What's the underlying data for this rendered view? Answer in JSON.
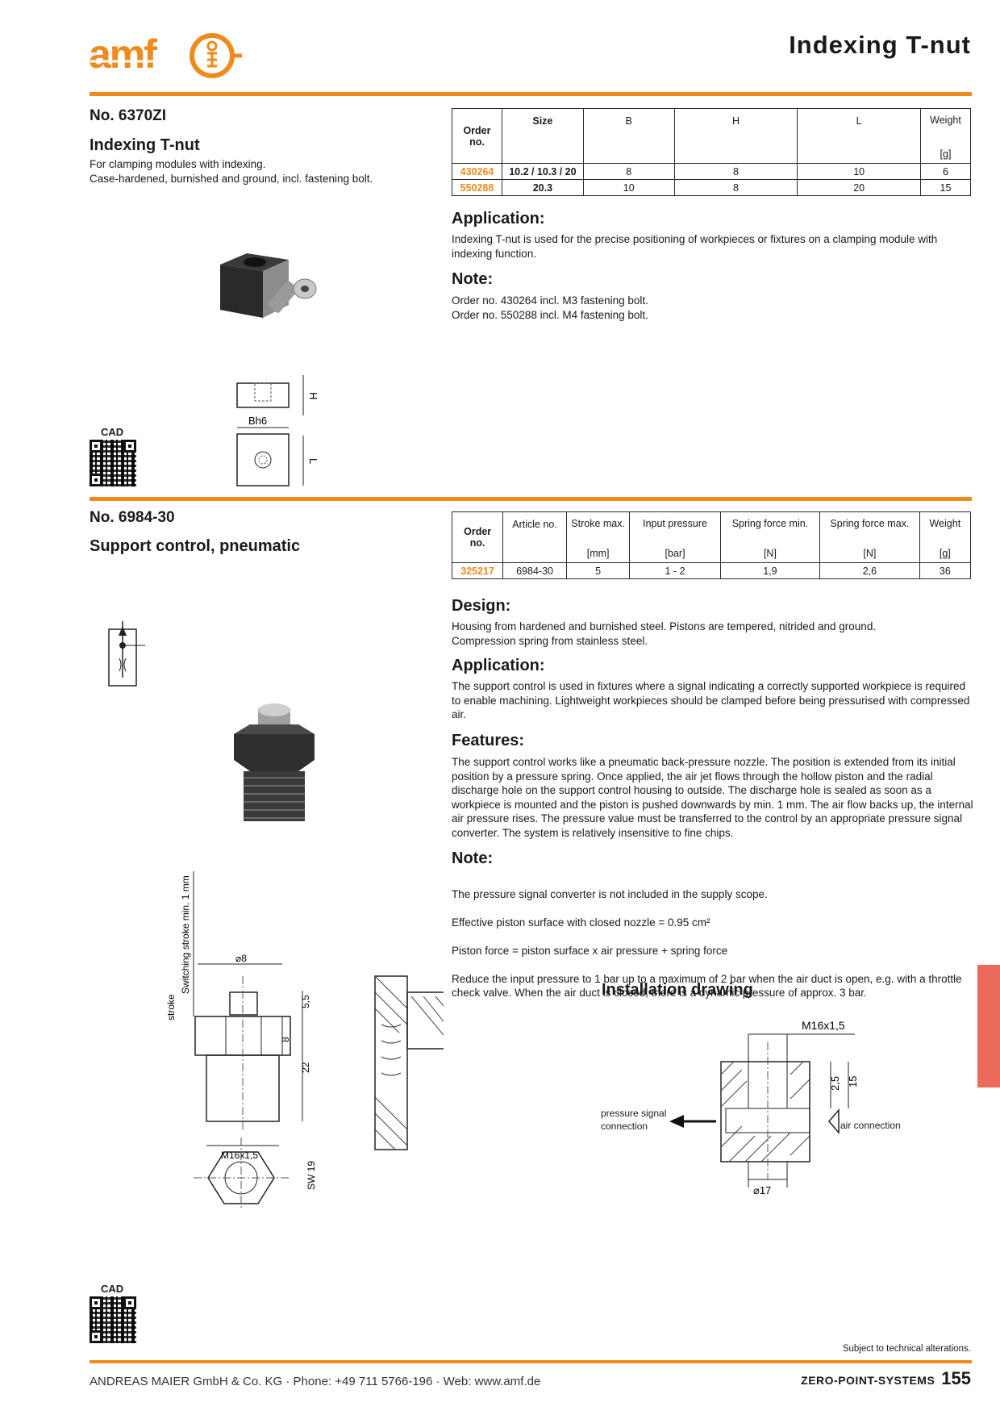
{
  "header": {
    "logo_text": "amf",
    "page_title": "Indexing T-nut"
  },
  "product1": {
    "number": "No. 6370ZI",
    "title": "Indexing T-nut",
    "description": "For clamping modules with indexing.\nCase-hardened, burnished and ground, incl. fastening bolt.",
    "table": {
      "headers": {
        "order": "Order\nno.",
        "size": "Size",
        "b": "B",
        "h": "H",
        "l": "L",
        "weight": "Weight",
        "weight_unit": "[g]"
      },
      "rows": [
        {
          "order": "430264",
          "size": "10.2 / 10.3 / 20",
          "b": "8",
          "h": "8",
          "l": "10",
          "weight": "6"
        },
        {
          "order": "550288",
          "size": "20.3",
          "b": "10",
          "h": "8",
          "l": "20",
          "weight": "15"
        }
      ]
    },
    "application_heading": "Application:",
    "application_text": "Indexing T-nut is used for the precise positioning of workpieces or fixtures on a clamping module with indexing function.",
    "note_heading": "Note:",
    "note_text": "Order no. 430264 incl. M3 fastening bolt.\nOrder no. 550288 incl. M4 fastening bolt.",
    "drawing_labels": {
      "h": "H",
      "b": "Bh6",
      "l": "L"
    },
    "cad_label": "CAD"
  },
  "product2": {
    "number": "No. 6984-30",
    "title": "Support control, pneumatic",
    "table": {
      "headers": {
        "order": "Order\nno.",
        "article": "Article no.",
        "stroke": "Stroke max.",
        "stroke_unit": "[mm]",
        "pressure": "Input pressure",
        "pressure_unit": "[bar]",
        "spring_min": "Spring force min.",
        "spring_min_unit": "[N]",
        "spring_max": "Spring force max.",
        "spring_max_unit": "[N]",
        "weight": "Weight",
        "weight_unit": "[g]"
      },
      "rows": [
        {
          "order": "325217",
          "article": "6984-30",
          "stroke": "5",
          "pressure": "1 - 2",
          "spring_min": "1,9",
          "spring_max": "2,6",
          "weight": "36"
        }
      ]
    },
    "design_heading": "Design:",
    "design_text": "Housing from hardened and burnished steel. Pistons are tempered, nitrided and ground.\nCompression spring from stainless steel.",
    "application_heading": "Application:",
    "application_text": "The support control is used in fixtures where a signal indicating a correctly supported workpiece is required to enable machining. Lightweight workpieces should be clamped before being pressurised with compressed air.",
    "features_heading": "Features:",
    "features_text": "The support control works like a pneumatic back-pressure nozzle. The position is extended from its initial position by a pressure spring. Once applied, the air jet flows through the hollow piston and the radial discharge hole on the support control housing to outside. The discharge hole is sealed as soon as a workpiece is mounted and the piston is pushed downwards by min. 1 mm. The air flow backs up, the internal air pressure rises. The pressure value must be transferred to the control by an appropriate pressure signal converter. The system is relatively insensitive to fine chips.",
    "note_heading": "Note:",
    "note_line1": "The pressure signal converter is not included in the supply scope.",
    "note_line2": "Effective piston surface with closed nozzle = 0.95 cm²",
    "note_line3": "Piston force = piston surface x air pressure + spring force",
    "note_line4": "Reduce the input pressure to 1 bar up to a maximum of 2 bar when the air duct is open, e.g. with a throttle check valve. When the air duct is closed, there is a dynamic pressure of approx. 3 bar.",
    "installation_heading": "Installation drawing",
    "installation_labels": {
      "thread": "M16x1,5",
      "dim_25": "2,5",
      "dim_15": "15",
      "dim_17": "⌀17",
      "pressure_signal": "pressure signal\nconnection",
      "air": "air connection"
    },
    "drawing_labels": {
      "switching": "Switching stroke min. 1 mm",
      "stroke": "stroke",
      "d8": "⌀8",
      "dim_55": "5,5",
      "dim_8": "8",
      "dim_22": "22",
      "thread": "M16x1,5",
      "sw": "SW 19"
    },
    "cad_label": "CAD"
  },
  "footer": {
    "disclaimer": "Subject to technical alterations.",
    "company": "ANDREAS MAIER GmbH & Co. KG · Phone: +49 711 5766-196 · Web: www.amf.de",
    "section": "ZERO-POINT-SYSTEMS",
    "page_number": "155"
  },
  "colors": {
    "accent": "#f08a1c",
    "side_tab": "#ec6a5a"
  }
}
